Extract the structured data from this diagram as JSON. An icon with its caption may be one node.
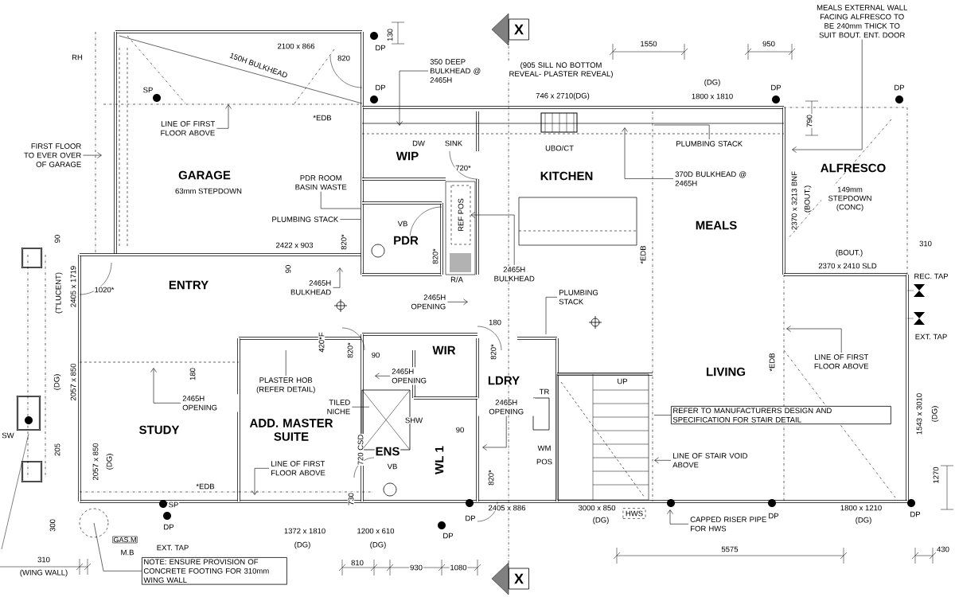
{
  "diagram": {
    "nodes": [
      {
        "text": [
          "FIRST FLOOR TO EVER OVER OF GARAGE"
        ]
      },
      {
        "text": [
          "LINE OF FIRST FLOOR ABOVE"
        ]
      },
      {
        "text": [
          "350 DEEP BULKHEAD @ 2465H"
        ]
      },
      {
        "text": [
          "PDR ROOM BASIN WASTE"
        ]
      },
      {
        "text": [
          "PLUMBING STACK"
        ]
      },
      {
        "text": [
          "2465H BULKHEAD"
        ]
      },
      {
        "text": [
          "2465H BULKHEAD"
        ]
      },
      {
        "text": [
          "2465H OPENING"
        ]
      },
      {
        "text": [
          "PLUMBING STACK"
        ]
      },
      {
        "text": [
          "370D BULKHEAD @ 2465H"
        ]
      },
      {
        "text": [
          "MEALS EXTERNAL WALL FACING ALFRESCO TO BE 240mm THICK TO SUIT BOUT. ENT. DOOR"
        ]
      },
      {
        "text": [
          "PLUMBING STACK"
        ]
      },
      {
        "text": [
          "2465H OPENING"
        ]
      },
      {
        "text": [
          "PLASTER HOB (REFER DETAIL)"
        ]
      },
      {
        "text": [
          "TILED NICHE"
        ]
      },
      {
        "text": [
          "LINE OF FIRST FLOOR ABOVE"
        ]
      },
      {
        "text": [
          "2465H OPENING"
        ]
      },
      {
        "text": [
          "2465H OPENING"
        ]
      },
      {
        "text": [
          "REFER TO MANUFACTURERS DESIGN AND SPECIFICATION FOR STAIR DETAIL"
        ]
      },
      {
        "text": [
          "LINE OF STAIR VOID ABOVE"
        ]
      },
      {
        "text": [
          "LINE OF FIRST FLOOR ABOVE"
        ]
      },
      {
        "text": [
          "CAPPED RISER PIPE FOR HWS"
        ]
      },
      {
        "text": [
          "NOTE: ENSURE PROVISION OF CONCRETE FOOTING FOR 310mm WING WALL"
        ]
      },
      {
        "text": [
          "REF POS"
        ]
      },
      {
        "text": [
          "X"
        ]
      },
      {
        "text": [
          "X"
        ]
      }
    ],
    "edges": [
      {
        "from": 0,
        "to": null,
        "arrow": "to"
      },
      {
        "from": 1,
        "to": null,
        "arrow": "to"
      },
      {
        "from": 2,
        "to": null,
        "arrow": "to"
      },
      {
        "from": 3,
        "to": null,
        "arrow": "none"
      },
      {
        "from": 4,
        "to": null,
        "arrow": "none"
      },
      {
        "from": 5,
        "to": null,
        "arrow": "to"
      },
      {
        "from": 6,
        "to": 23,
        "arrow": "to"
      },
      {
        "from": 7,
        "to": null,
        "arrow": "to"
      },
      {
        "from": 8,
        "to": null,
        "arrow": "none"
      },
      {
        "from": 9,
        "to": null,
        "arrow": "to"
      },
      {
        "from": 10,
        "to": null,
        "arrow": "to"
      },
      {
        "from": 11,
        "to": null,
        "arrow": "none"
      },
      {
        "from": 12,
        "to": null,
        "arrow": "to"
      },
      {
        "from": 13,
        "to": null,
        "arrow": "none"
      },
      {
        "from": 14,
        "to": null,
        "arrow": "none"
      },
      {
        "from": 15,
        "to": null,
        "arrow": "to"
      },
      {
        "from": 16,
        "to": null,
        "arrow": "to"
      },
      {
        "from": 17,
        "to": null,
        "arrow": "to"
      },
      {
        "from": 18,
        "to": null,
        "arrow": "none"
      },
      {
        "from": 19,
        "to": null,
        "arrow": "to"
      },
      {
        "from": 20,
        "to": null,
        "arrow": "to"
      },
      {
        "from": 21,
        "to": null,
        "arrow": "to"
      },
      {
        "from": 22,
        "to": null,
        "arrow": "none"
      },
      {
        "from": 24,
        "to": 25,
        "arrow": "none",
        "style": "dashed"
      }
    ],
    "labels": [
      "RH",
      "2100 x 866",
      "820",
      "150H BULKHEAD",
      "SP",
      "*EDB",
      "DP",
      "130",
      "DP",
      "(905 SILL NO BOTTOM REVEAL- PLASTER REVEAL)",
      "746 x 2710(DG)",
      "1550",
      "950",
      "(DG)",
      "1800 x 1810",
      "DP",
      "DP",
      "DW",
      "SINK",
      "UBO/CT",
      "WIP",
      "GARAGE",
      "720*",
      "KITCHEN",
      "63mm STEPDOWN",
      "790",
      "2370 x 3213 BNF",
      "(BOUT.)",
      "ALFRESCO",
      "149mm STEPDOWN (CONC)",
      "VB",
      "PDR",
      "MEALS",
      "2422 x 903",
      "820*",
      "820*",
      "90",
      "*EDB",
      "(BOUT.)",
      "2370 x 2410 SLD",
      "310",
      "90",
      "1020*",
      "ENTRY",
      "R/A",
      "REC. TAP",
      "(T'LUCENT)",
      "2405 x 1719",
      "180",
      "(DG)",
      "2057 x 850",
      "180",
      "420*F",
      "820*",
      "90",
      "WIR",
      "820*",
      "LDRY",
      "TR",
      "UP",
      "LIVING",
      "*EDB",
      "EXT. TAP",
      "STUDY",
      "ADD. MASTER SUITE",
      "SHW",
      "1543 x 3010",
      "(DG)",
      "SW",
      "205",
      "2057 x 850",
      "(DG)",
      "720 CSD",
      "ENS",
      "WL 1",
      "90",
      "VB",
      "WM",
      "POS",
      "820*",
      "1270",
      "*EDB",
      "730",
      "SP",
      "2405 x 886",
      "3000 x 850",
      "(DG)",
      "HWS",
      "DP",
      "1800 x 1210",
      "(DG)",
      "DP",
      "DP",
      "300",
      "1372 x 1810",
      "(DG)",
      "1200 x 610",
      "(DG)",
      "DP",
      "DP",
      "GAS.M",
      "EXT. TAP",
      "M.B",
      "5575",
      "430",
      "310",
      "(WING WALL)",
      "810",
      "930",
      "1080"
    ]
  }
}
